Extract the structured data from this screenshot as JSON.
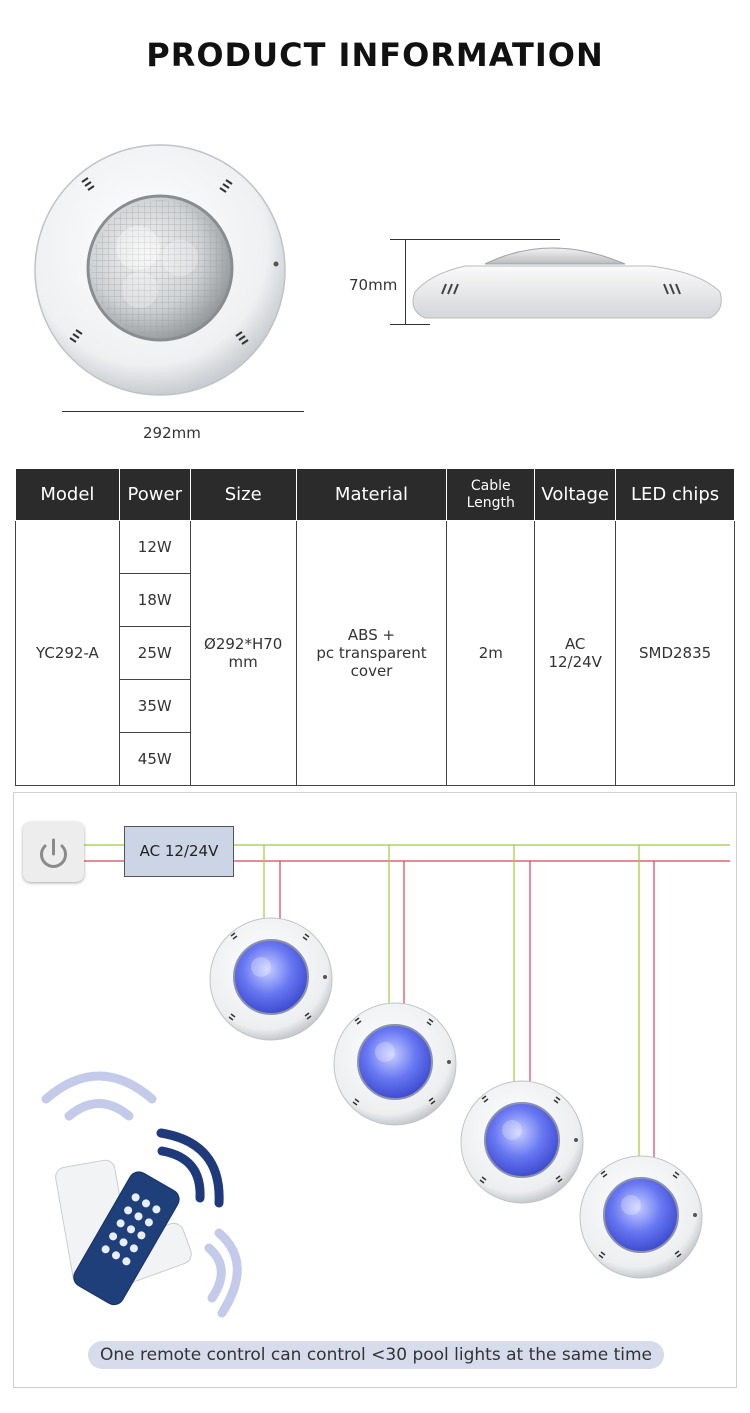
{
  "title": "PRODUCT INFORMATION",
  "dimensions": {
    "width_label": "292mm",
    "height_label": "70mm"
  },
  "table": {
    "headers": [
      "Model",
      "Power",
      "Size",
      "Material",
      "Cable Length",
      "Voltage",
      "LED chips"
    ],
    "model": "YC292-A",
    "powers": [
      "12W",
      "18W",
      "25W",
      "35W",
      "45W"
    ],
    "size_line1": "Ø292*H70",
    "size_line2": "mm",
    "material_line1": "ABS +",
    "material_line2": "pc transparent",
    "material_line3": "cover",
    "cable_length": "2m",
    "voltage": "AC 12/24V",
    "led_chips": "SMD2835"
  },
  "wiring": {
    "supply_label": "AC 12/24V",
    "caption": "One remote control can control <30 pool lights at the same time",
    "green_wire_color": "#9ccc3c",
    "red_wire_color": "#d9445a",
    "light_color": "#5a6ef0"
  }
}
